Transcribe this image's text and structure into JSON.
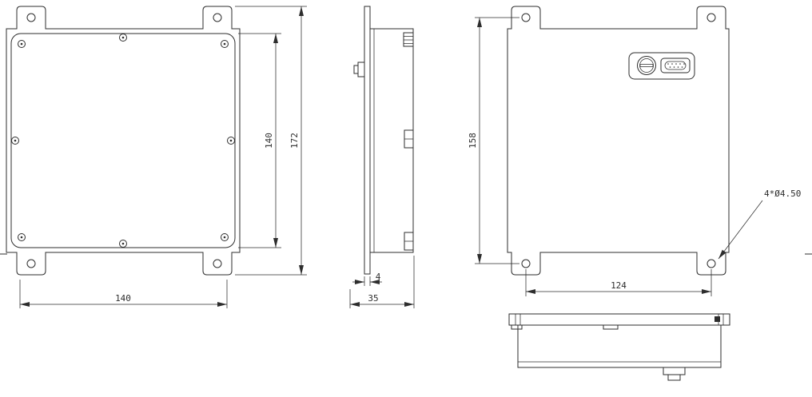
{
  "ink_color": "#2d2d2d",
  "views": {
    "front": {
      "dim_cover_height": "140",
      "dim_overall_height": "172",
      "dim_width": "140"
    },
    "side": {
      "dim_flange_thickness": "4",
      "dim_depth": "35"
    },
    "back": {
      "dim_hole_spacing_vertical": "158",
      "dim_hole_spacing_horizontal": "124",
      "callout_mounting_holes": "4*Ø4.50"
    }
  }
}
